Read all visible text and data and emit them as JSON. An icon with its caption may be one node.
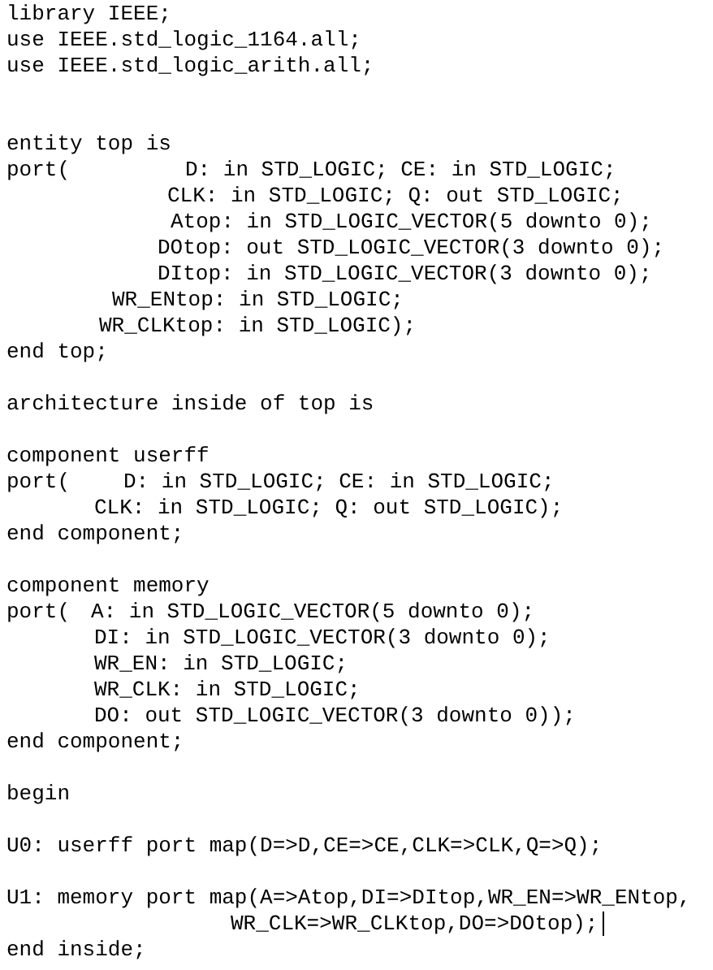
{
  "diagram": {
    "labels": [
      "library IEEE;",
      "use IEEE.std_logic_1164.all;",
      "use IEEE.std_logic_arith.all;",
      "entity top is",
      "port(",
      "D: in STD_LOGIC; CE: in STD_LOGIC;",
      "CLK: in STD_LOGIC; Q: out STD_LOGIC;",
      "Atop: in STD_LOGIC_VECTOR(5 downto 0);",
      "DOtop: out STD_LOGIC_VECTOR(3 downto 0);",
      "DItop: in STD_LOGIC_VECTOR(3 downto 0);",
      "WR_ENtop: in STD_LOGIC;",
      "WR_CLKtop: in STD_LOGIC);",
      "end top;",
      "architecture inside of top is",
      "component userff",
      "port(",
      "D: in STD_LOGIC; CE: in STD_LOGIC;",
      "CLK: in STD_LOGIC; Q: out STD_LOGIC);",
      "end component;",
      "component memory",
      "port(",
      "A: in STD_LOGIC_VECTOR(5 downto 0);",
      "DI: in STD_LOGIC_VECTOR(3 downto 0);",
      "WR_EN: in STD_LOGIC;",
      "WR_CLK: in STD_LOGIC;",
      "DO: out STD_LOGIC_VECTOR(3 downto 0));",
      "end component;",
      "begin",
      "U0: userff port map(D=>D,CE=>CE,CLK=>CLK,Q=>Q);",
      "U1: memory port map(A=>Atop,DI=>DItop,WR_EN=>WR_ENtop,",
      "WR_CLK=>WR_CLKtop,DO=>DOtop);",
      "end inside;"
    ]
  }
}
